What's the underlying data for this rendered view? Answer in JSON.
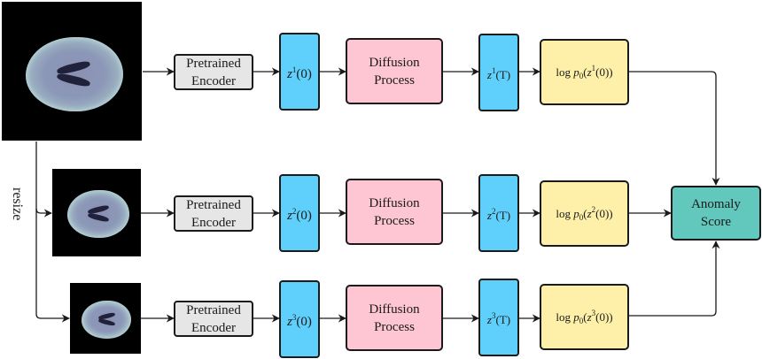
{
  "resize_label": "resize",
  "rows": [
    {
      "scale": 1,
      "encoder": [
        "Pretrained",
        "Encoder"
      ],
      "latent0": {
        "var": "z",
        "sup": "1",
        "arg": "(0)"
      },
      "diffusion": [
        "Diffusion",
        "Process"
      ],
      "latentT": {
        "var": "z",
        "sup": "1",
        "arg": "(T)"
      },
      "logp": {
        "prefix": "log",
        "p": "p",
        "sub": "0",
        "var": "z",
        "sup": "1",
        "arg": "(0))"
      }
    },
    {
      "scale": 2,
      "encoder": [
        "Pretrained",
        "Encoder"
      ],
      "latent0": {
        "var": "z",
        "sup": "2",
        "arg": "(0)"
      },
      "diffusion": [
        "Diffusion",
        "Process"
      ],
      "latentT": {
        "var": "z",
        "sup": "2",
        "arg": "(T)"
      },
      "logp": {
        "prefix": "log",
        "p": "p",
        "sub": "0",
        "var": "z",
        "sup": "2",
        "arg": "(0))"
      }
    },
    {
      "scale": 3,
      "encoder": [
        "Pretrained",
        "Encoder"
      ],
      "latent0": {
        "var": "z",
        "sup": "3",
        "arg": "(0)"
      },
      "diffusion": [
        "Diffusion",
        "Process"
      ],
      "latentT": {
        "var": "z",
        "sup": "3",
        "arg": "(T)"
      },
      "logp": {
        "prefix": "log",
        "p": "p",
        "sub": "0",
        "var": "z",
        "sup": "3",
        "arg": "(0))"
      }
    }
  ],
  "score": [
    "Anomaly",
    "Score"
  ],
  "colors": {
    "encoder": "#e6e6e6",
    "latent": "#5fd0fc",
    "diffusion": "#fec6d3",
    "logp": "#fef0a8",
    "score": "#62c7bc",
    "stroke": "#1a1a1a"
  }
}
